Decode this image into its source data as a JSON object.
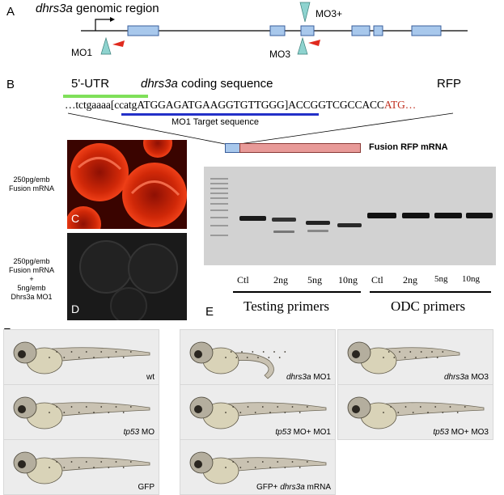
{
  "panelA": {
    "letter": "A",
    "gene": "dhrs3a",
    "gene_suffix": " genomic region",
    "mo1": "MO1",
    "mo3": "MO3",
    "mo3plus": "MO3+",
    "colors": {
      "exon": "#a8c8ec",
      "exon_border": "#3a5f9c",
      "marker": "#8ed3cf",
      "primer": "#e02a1e"
    }
  },
  "panelB": {
    "letter": "B",
    "utr_label": "5'-UTR",
    "coding_gene": "dhrs3a",
    "coding_suffix": " coding sequence",
    "rfp_label": "RFP",
    "seq_prefix": "…tctgaaaa",
    "seq_bracket": "[",
    "seq_lower": "ccatg",
    "seq_target": "ATGGAGATGAAGGTGTTGGG",
    "seq_close": "]",
    "seq_middle": "ACCGGTCGCCACC",
    "seq_red": "ATG…",
    "target_label": "MO1 Target sequence",
    "fusion_label": "Fusion RFP mRNA",
    "colors": {
      "utr_bar": "#7fe05a",
      "target_bar": "#2330c8",
      "rfp_red": "#c03020",
      "fusion_blue": "#a8c8ec",
      "fusion_red": "#e89a98"
    }
  },
  "panelC": {
    "letter": "C",
    "label_line1": "250pg/emb",
    "label_line2": "Fusion mRNA"
  },
  "panelD": {
    "letter": "D",
    "label_line1": "250pg/emb",
    "label_line2": "Fusion mRNA",
    "label_line3": "+",
    "label_line4": "5ng/emb",
    "label_line5": "Dhrs3a MO1"
  },
  "panelE": {
    "letter": "E",
    "lanes": [
      "Ctl",
      "2ng",
      "5ng",
      "10ng",
      "Ctl",
      "2ng",
      "5ng",
      "10ng"
    ],
    "group1": "Testing primers",
    "group2": "ODC primers"
  },
  "panelF": {
    "letter": "F",
    "fish": [
      {
        "pre": "",
        "italic": "",
        "post": "wt"
      },
      {
        "pre": "",
        "italic": "dhrs3a",
        "post": " MO1"
      },
      {
        "pre": "",
        "italic": "dhrs3a",
        "post": " MO3"
      },
      {
        "pre": "",
        "italic": "tp53",
        "post": " MO"
      },
      {
        "pre": "",
        "italic": "tp53",
        "post": " MO+ MO1"
      },
      {
        "pre": "",
        "italic": "tp53",
        "post": " MO+ MO3"
      },
      {
        "pre": "GFP",
        "italic": "",
        "post": ""
      },
      {
        "pre": "GFP+ ",
        "italic": "dhrs3a",
        "post": " mRNA"
      }
    ]
  }
}
